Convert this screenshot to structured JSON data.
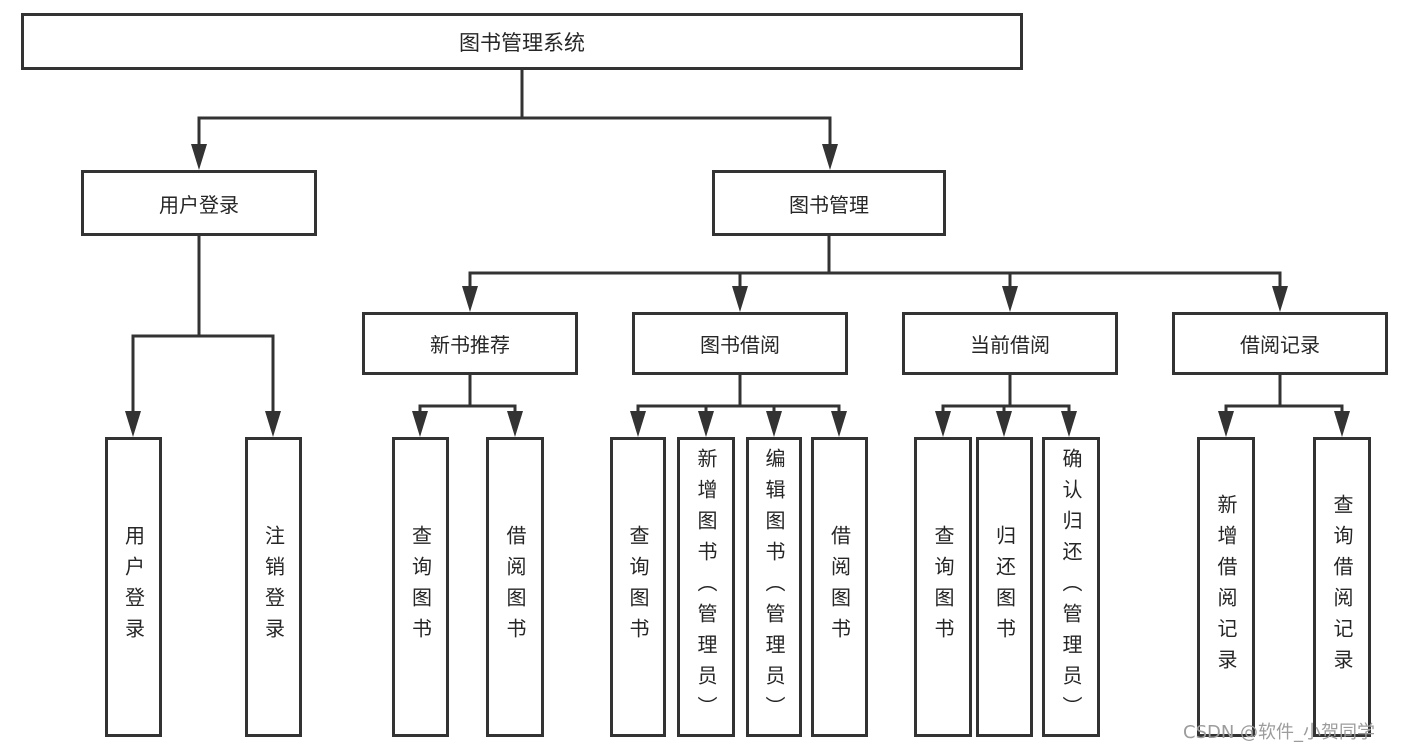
{
  "diagram_title": "图书管理系统",
  "tree": {
    "label": "图书管理系统",
    "children": [
      {
        "label": "用户登录",
        "children": [
          {
            "label": "用户登录"
          },
          {
            "label": "注销登录"
          }
        ]
      },
      {
        "label": "图书管理",
        "children": [
          {
            "label": "新书推荐",
            "children": [
              {
                "label": "查询图书"
              },
              {
                "label": "借阅图书"
              }
            ]
          },
          {
            "label": "图书借阅",
            "children": [
              {
                "label": "查询图书"
              },
              {
                "label": "新增图书（管理员）"
              },
              {
                "label": "编辑图书（管理员）"
              },
              {
                "label": "借阅图书"
              }
            ]
          },
          {
            "label": "当前借阅",
            "children": [
              {
                "label": "查询图书"
              },
              {
                "label": "归还图书"
              },
              {
                "label": "确认归还（管理员）"
              }
            ]
          },
          {
            "label": "借阅记录",
            "children": [
              {
                "label": "新增借阅记录"
              },
              {
                "label": "查询借阅记录"
              }
            ]
          }
        ]
      }
    ]
  },
  "watermark": {
    "text": "CSDN @软件_小贺同学"
  },
  "colors": {
    "line": "#333333",
    "box_border": "#333333",
    "text": "#262626",
    "watermark": "#9c9c9c",
    "background": "#ffffff"
  }
}
